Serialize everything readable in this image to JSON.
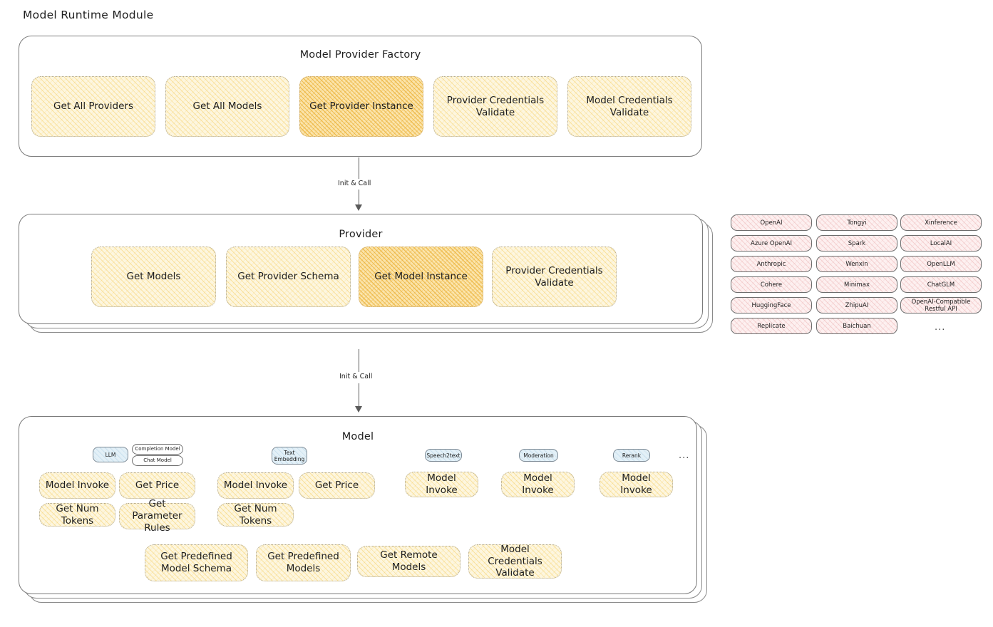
{
  "page": {
    "title": "Model Runtime Module"
  },
  "colors": {
    "node_fill": "#fdf6df",
    "node_fill_strong": "#fbe4ab",
    "chip_fill": "#fdf0f0",
    "badge_fill": "#e3f0f7",
    "panel_border": "#7b7b7b"
  },
  "factory": {
    "title": "Model Provider Factory",
    "nodes": [
      {
        "label": "Get All Providers",
        "highlight": false
      },
      {
        "label": "Get All Models",
        "highlight": false
      },
      {
        "label": "Get Provider Instance",
        "highlight": true
      },
      {
        "label": "Provider Credentials Validate",
        "highlight": false
      },
      {
        "label": "Model Credentials Validate",
        "highlight": false
      }
    ]
  },
  "arrows": [
    {
      "label": "Init & Call"
    },
    {
      "label": "Init & Call"
    }
  ],
  "provider": {
    "title": "Provider",
    "nodes": [
      {
        "label": "Get Models",
        "highlight": false
      },
      {
        "label": "Get Provider Schema",
        "highlight": false
      },
      {
        "label": "Get Model Instance",
        "highlight": true
      },
      {
        "label": "Provider Credentials Validate",
        "highlight": false
      }
    ]
  },
  "provider_list": {
    "columns": [
      [
        "OpenAI",
        "Azure OpenAI",
        "Anthropic",
        "Cohere",
        "HuggingFace",
        "Replicate"
      ],
      [
        "Tongyi",
        "Spark",
        "Wenxin",
        "Minimax",
        "ZhipuAI",
        "Baichuan"
      ],
      [
        "Xinference",
        "LocalAI",
        "OpenLLM",
        "ChatGLM",
        "OpenAI-Compatible Restful API"
      ]
    ],
    "more": "..."
  },
  "model": {
    "title": "Model",
    "more": "...",
    "types": [
      {
        "badge": "LLM",
        "sub_badges": [
          "Completion Model",
          "Chat Model"
        ],
        "nodes": [
          {
            "label": "Model Invoke",
            "highlight": true
          },
          {
            "label": "Get Price",
            "highlight": false
          },
          {
            "label": "Get Num Tokens",
            "highlight": false
          },
          {
            "label": "Get Parameter Rules",
            "highlight": false
          }
        ]
      },
      {
        "badge": "Text Embedding",
        "sub_badges": [],
        "nodes": [
          {
            "label": "Model Invoke",
            "highlight": true
          },
          {
            "label": "Get Price",
            "highlight": false
          },
          {
            "label": "Get Num Tokens",
            "highlight": false
          }
        ]
      },
      {
        "badge": "Speech2text",
        "sub_badges": [],
        "nodes": [
          {
            "label": "Model Invoke",
            "highlight": true
          }
        ]
      },
      {
        "badge": "Moderation",
        "sub_badges": [],
        "nodes": [
          {
            "label": "Model Invoke",
            "highlight": true
          }
        ]
      },
      {
        "badge": "Rerank",
        "sub_badges": [],
        "nodes": [
          {
            "label": "Model Invoke",
            "highlight": true
          }
        ]
      }
    ],
    "common_nodes": [
      {
        "label": "Get Predefined Model Schema"
      },
      {
        "label": "Get Predefined Models"
      },
      {
        "label": "Get Remote Models"
      },
      {
        "label": "Model Credentials Validate"
      }
    ]
  }
}
